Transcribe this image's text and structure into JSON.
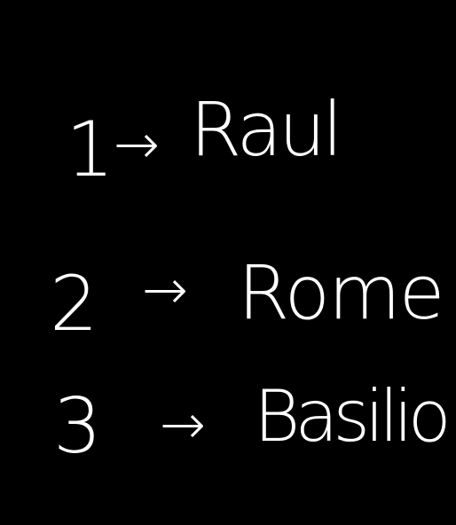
{
  "rows": [
    {
      "number": "1",
      "arrow": "→",
      "name": "Raul"
    },
    {
      "number": "2",
      "arrow": "→",
      "name": "Rome"
    },
    {
      "number": "3",
      "arrow": "→",
      "name": "Basilio"
    }
  ],
  "colors": {
    "background": "#000000",
    "ink": "#ffffff"
  }
}
